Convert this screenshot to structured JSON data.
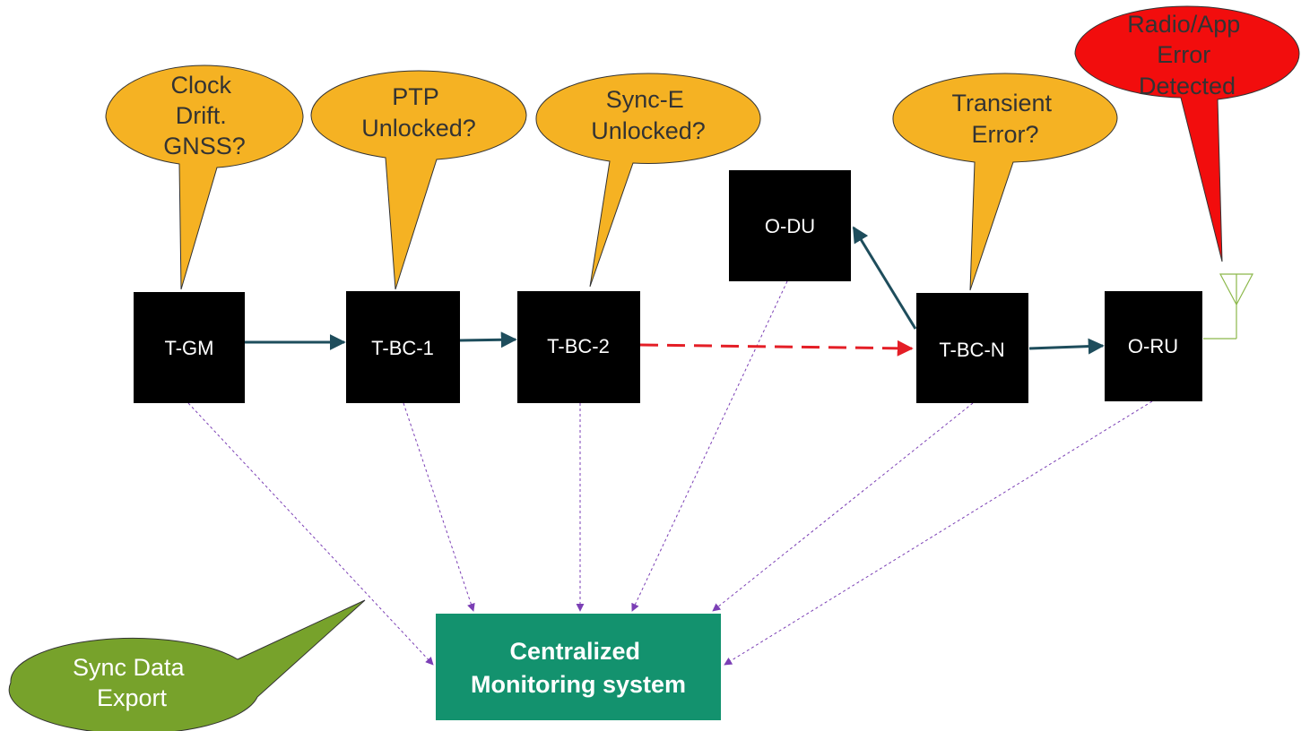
{
  "diagram": {
    "nodes": {
      "tgm": "T-GM",
      "tbc1": "T-BC-1",
      "tbc2": "T-BC-2",
      "odu": "O-DU",
      "tbcn": "T-BC-N",
      "oru": "O-RU"
    },
    "monitor": [
      "Centralized",
      "Monitoring system"
    ],
    "callouts": {
      "clock": [
        "Clock",
        "Drift.",
        "GNSS?"
      ],
      "ptp": [
        "PTP",
        "Unlocked?"
      ],
      "synce": [
        "Sync-E",
        "Unlocked?"
      ],
      "transient": [
        "Transient",
        "Error?"
      ],
      "radio": [
        "Radio/App",
        "Error",
        "Detected"
      ],
      "export": [
        "Sync Data",
        "Export"
      ]
    },
    "colors": {
      "node_fill": "#000000",
      "solid_link": "#1e4d5c",
      "dashed_link": "#e41e26",
      "monitor_link": "#7b3fb5",
      "callout_amber": "#f5b223",
      "callout_red": "#f20d0d",
      "callout_green": "#77a22b",
      "monitor_fill": "#13926e",
      "antenna": "#8cb84a"
    }
  }
}
